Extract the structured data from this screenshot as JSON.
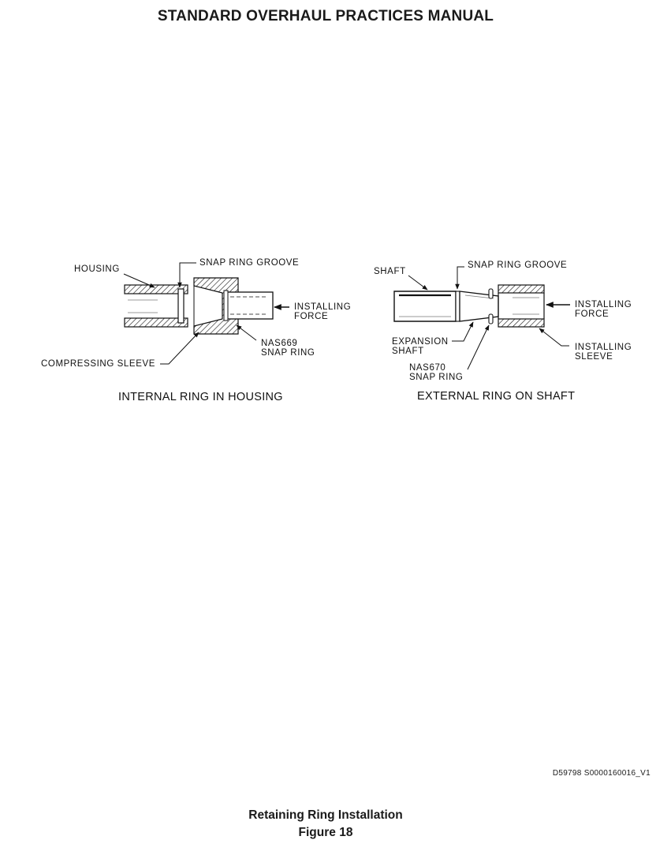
{
  "header": {
    "title": "STANDARD OVERHAUL PRACTICES MANUAL"
  },
  "figure": {
    "left_view": {
      "caption": "INTERNAL RING IN HOUSING",
      "labels": {
        "housing": "HOUSING",
        "snap_ring_groove": "SNAP RING GROOVE",
        "installing_force_1": "INSTALLING",
        "installing_force_2": "FORCE",
        "nas_1": "NAS669",
        "nas_2": "SNAP RING",
        "compressing_sleeve": "COMPRESSING SLEEVE"
      }
    },
    "right_view": {
      "caption": "EXTERNAL RING ON SHAFT",
      "labels": {
        "shaft": "SHAFT",
        "snap_ring_groove": "SNAP RING GROOVE",
        "installing_force_1": "INSTALLING",
        "installing_force_2": "FORCE",
        "expansion_1": "EXPANSION",
        "expansion_2": "SHAFT",
        "nas_1": "NAS670",
        "nas_2": "SNAP RING",
        "installing_sleeve_1": "INSTALLING",
        "installing_sleeve_2": "SLEEVE"
      }
    }
  },
  "document_id": "D59798 S0000160016_V1",
  "caption": {
    "line1": "Retaining Ring Installation",
    "line2": "Figure 18"
  }
}
